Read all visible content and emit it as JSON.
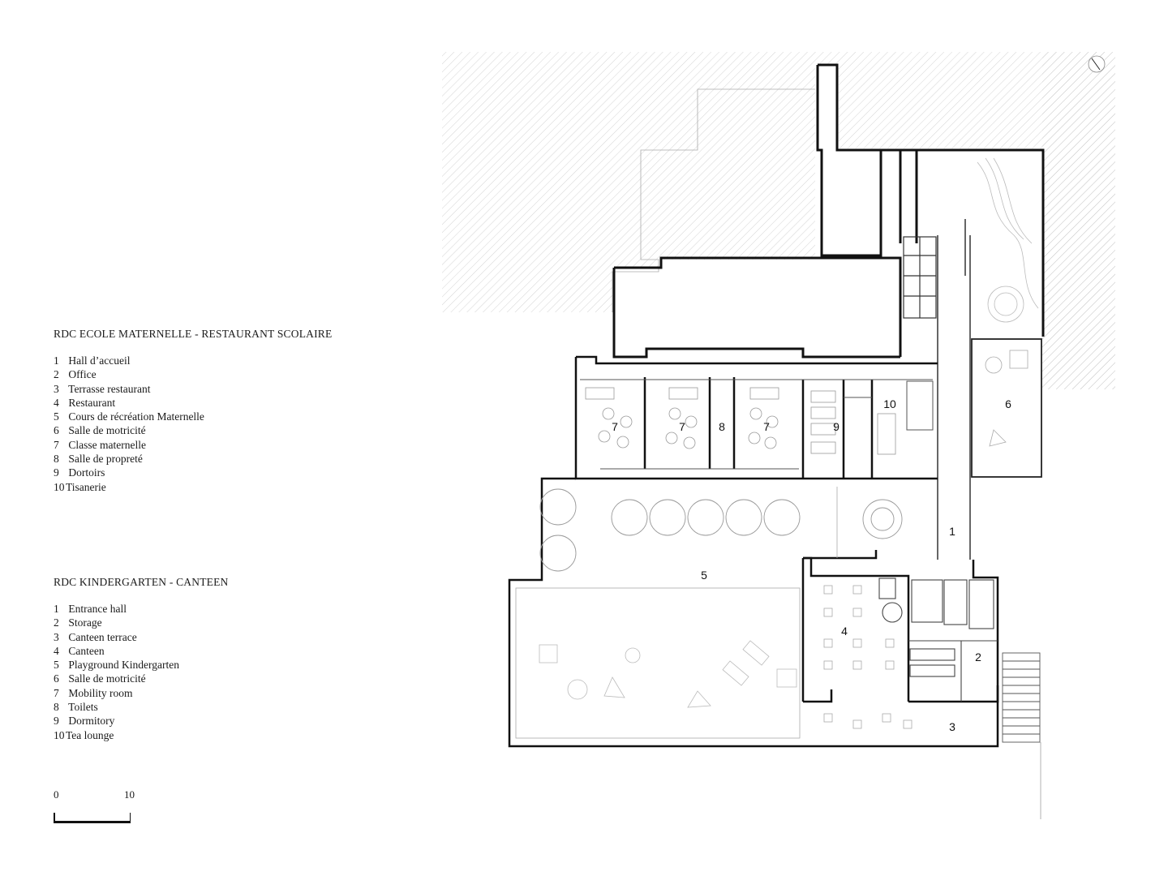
{
  "legend_fr": {
    "title": "RDC ECOLE MATERNELLE - RESTAURANT SCOLAIRE",
    "items": [
      {
        "num": "1",
        "label": "Hall d’accueil"
      },
      {
        "num": "2",
        "label": "Office"
      },
      {
        "num": "3",
        "label": "Terrasse restaurant"
      },
      {
        "num": "4",
        "label": "Restaurant"
      },
      {
        "num": "5",
        "label": "Cours de récréation Maternelle"
      },
      {
        "num": "6",
        "label": "Salle de motricité"
      },
      {
        "num": "7",
        "label": "Classe maternelle"
      },
      {
        "num": "8",
        "label": "Salle de propreté"
      },
      {
        "num": "9",
        "label": "Dortoirs"
      },
      {
        "num": "10",
        "label": "Tisanerie"
      }
    ]
  },
  "legend_en": {
    "title": "RDC KINDERGARTEN - CANTEEN",
    "items": [
      {
        "num": "1",
        "label": "Entrance hall"
      },
      {
        "num": "2",
        "label": "Storage"
      },
      {
        "num": "3",
        "label": "Canteen terrace"
      },
      {
        "num": "4",
        "label": "Canteen"
      },
      {
        "num": "5",
        "label": "Playground Kindergarten"
      },
      {
        "num": "6",
        "label": "Salle de motricité"
      },
      {
        "num": "7",
        "label": "Mobility room"
      },
      {
        "num": "8",
        "label": "Toilets"
      },
      {
        "num": "9",
        "label": "Dormitory"
      },
      {
        "num": "10",
        "label": "Tea lounge"
      }
    ]
  },
  "scale_bar": {
    "start_label": "0",
    "end_label": "10"
  },
  "plan": {
    "room_labels": [
      "1",
      "2",
      "3",
      "4",
      "5",
      "6",
      "7",
      "7",
      "7",
      "8",
      "9",
      "10"
    ],
    "icons": [
      "north-arrow-icon"
    ]
  }
}
